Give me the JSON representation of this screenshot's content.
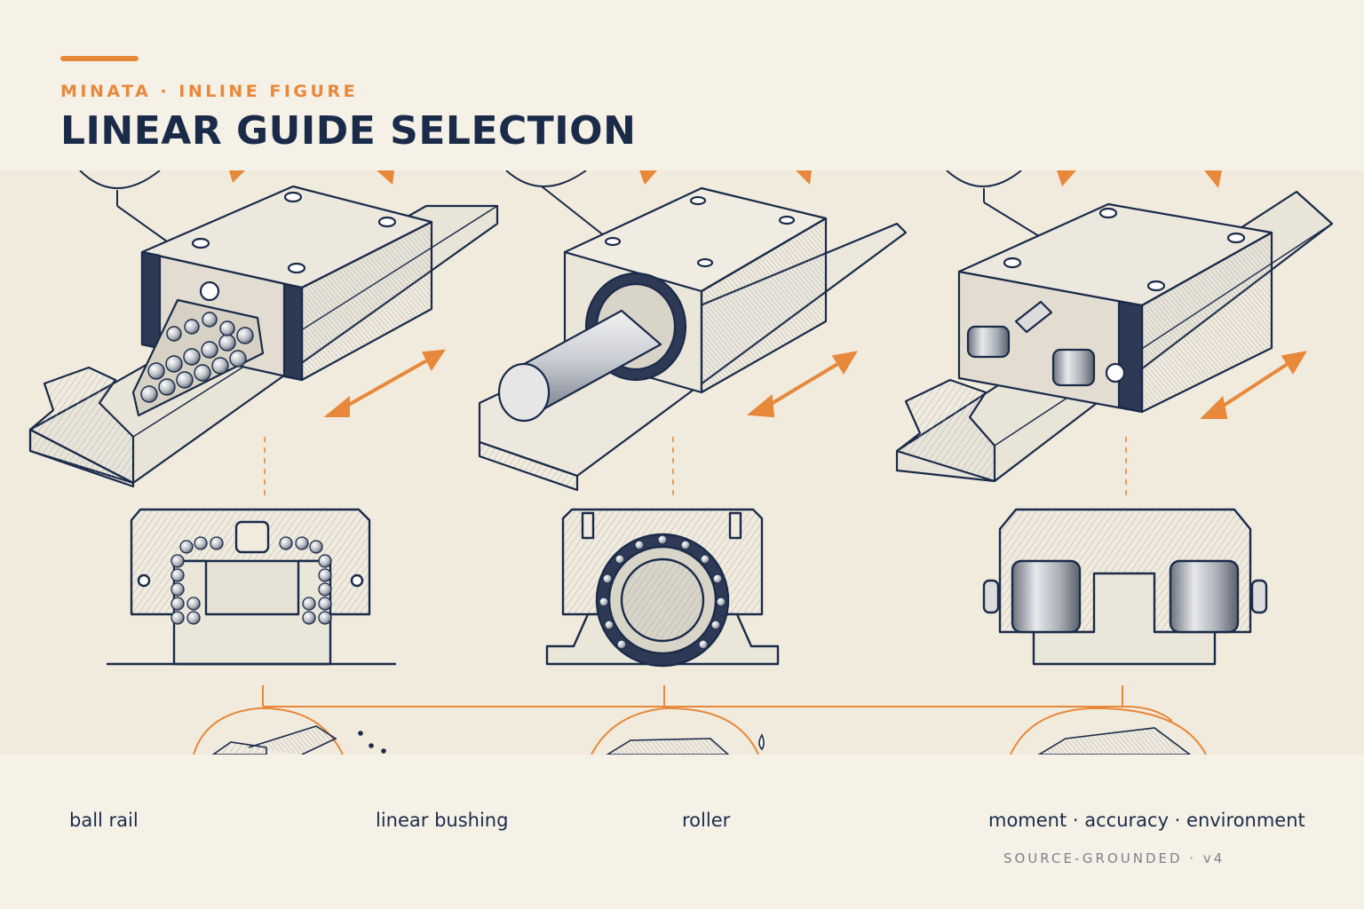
{
  "header": {
    "kicker": "MINATA · INLINE FIGURE",
    "title": "LINEAR GUIDE SELECTION"
  },
  "captions": {
    "ball_rail": "ball rail",
    "linear_bushing": "linear bushing",
    "roller": "roller",
    "criteria": "moment · accuracy · environment"
  },
  "footer": {
    "tag": "SOURCE-GROUNDED · v4"
  },
  "colors": {
    "accent": "#e8883a",
    "ink": "#1a2b4a",
    "paper": "#f6f1e7",
    "muted": "#7d818c"
  }
}
